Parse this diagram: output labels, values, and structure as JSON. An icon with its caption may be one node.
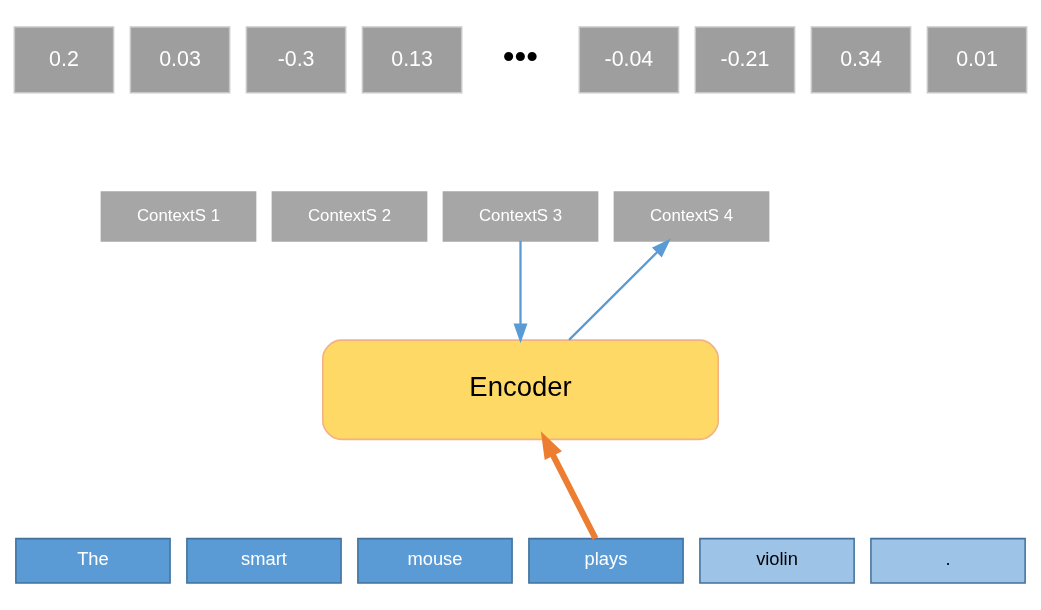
{
  "diagram": {
    "nodes": [
      {
        "text": [
          "0.2"
        ]
      },
      {
        "text": [
          "0.03"
        ]
      },
      {
        "text": [
          "-0.3"
        ]
      },
      {
        "text": [
          "0.13"
        ]
      },
      {
        "text": [
          "-0.04"
        ]
      },
      {
        "text": [
          "-0.21"
        ]
      },
      {
        "text": [
          "0.34"
        ]
      },
      {
        "text": [
          "0.01"
        ]
      },
      {
        "text": [
          "ContextS 1"
        ]
      },
      {
        "text": [
          "ContextS 2"
        ]
      },
      {
        "text": [
          "ContextS 3"
        ]
      },
      {
        "text": [
          "ContextS 4"
        ]
      },
      {
        "text": [
          "Encoder"
        ]
      },
      {
        "text": [
          "The"
        ]
      },
      {
        "text": [
          "smart"
        ]
      },
      {
        "text": [
          "mouse"
        ]
      },
      {
        "text": [
          "plays"
        ]
      },
      {
        "text": [
          "violin"
        ]
      },
      {
        "text": [
          "."
        ]
      }
    ],
    "edges": [
      {
        "from": 10,
        "to": 12,
        "arrow": "to"
      },
      {
        "from": 12,
        "to": 11,
        "arrow": "to"
      },
      {
        "from": 16,
        "to": 12,
        "arrow": "to",
        "style": "thick",
        "color": "#ed7d31"
      }
    ],
    "labels": [
      "•••"
    ]
  }
}
